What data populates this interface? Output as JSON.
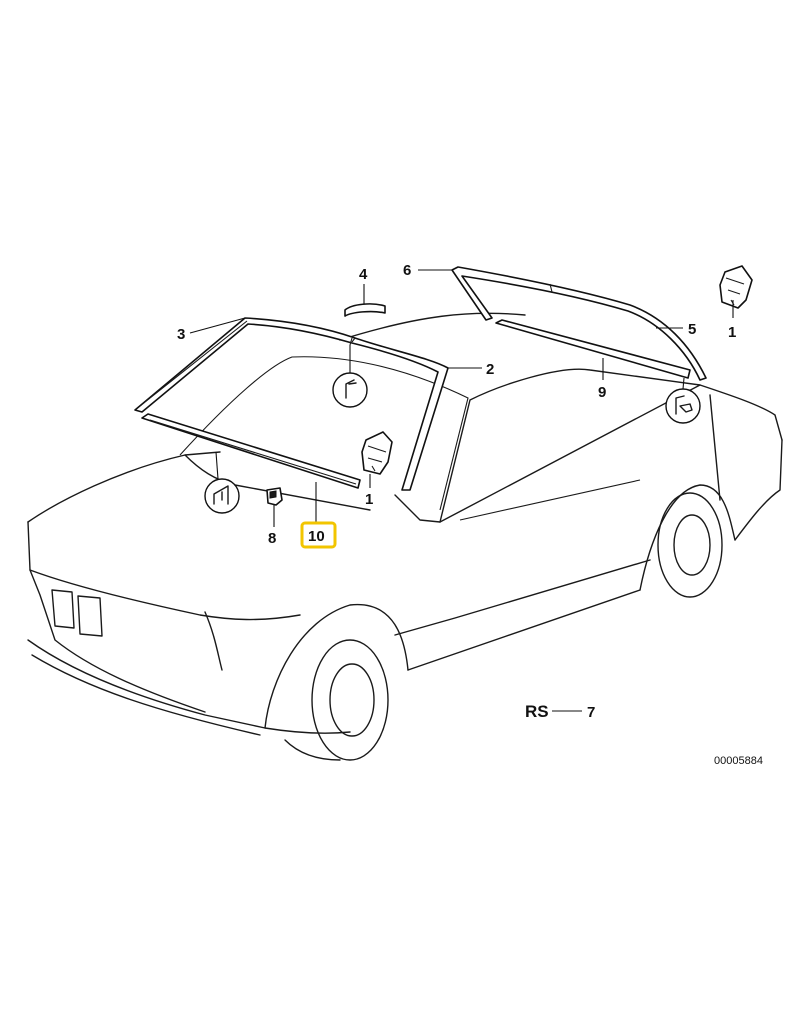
{
  "callouts": {
    "c1a": "1",
    "c1b": "1",
    "c2": "2",
    "c3": "3",
    "c4": "4",
    "c5": "5",
    "c6": "6",
    "c7": "7",
    "c8": "8",
    "c9": "9",
    "c10": "10"
  },
  "legend": {
    "rs_label": "RS"
  },
  "reference_number": "00005884",
  "colors": {
    "highlight": "#f2c500",
    "line": "#1a1a1a",
    "background": "#ffffff"
  }
}
